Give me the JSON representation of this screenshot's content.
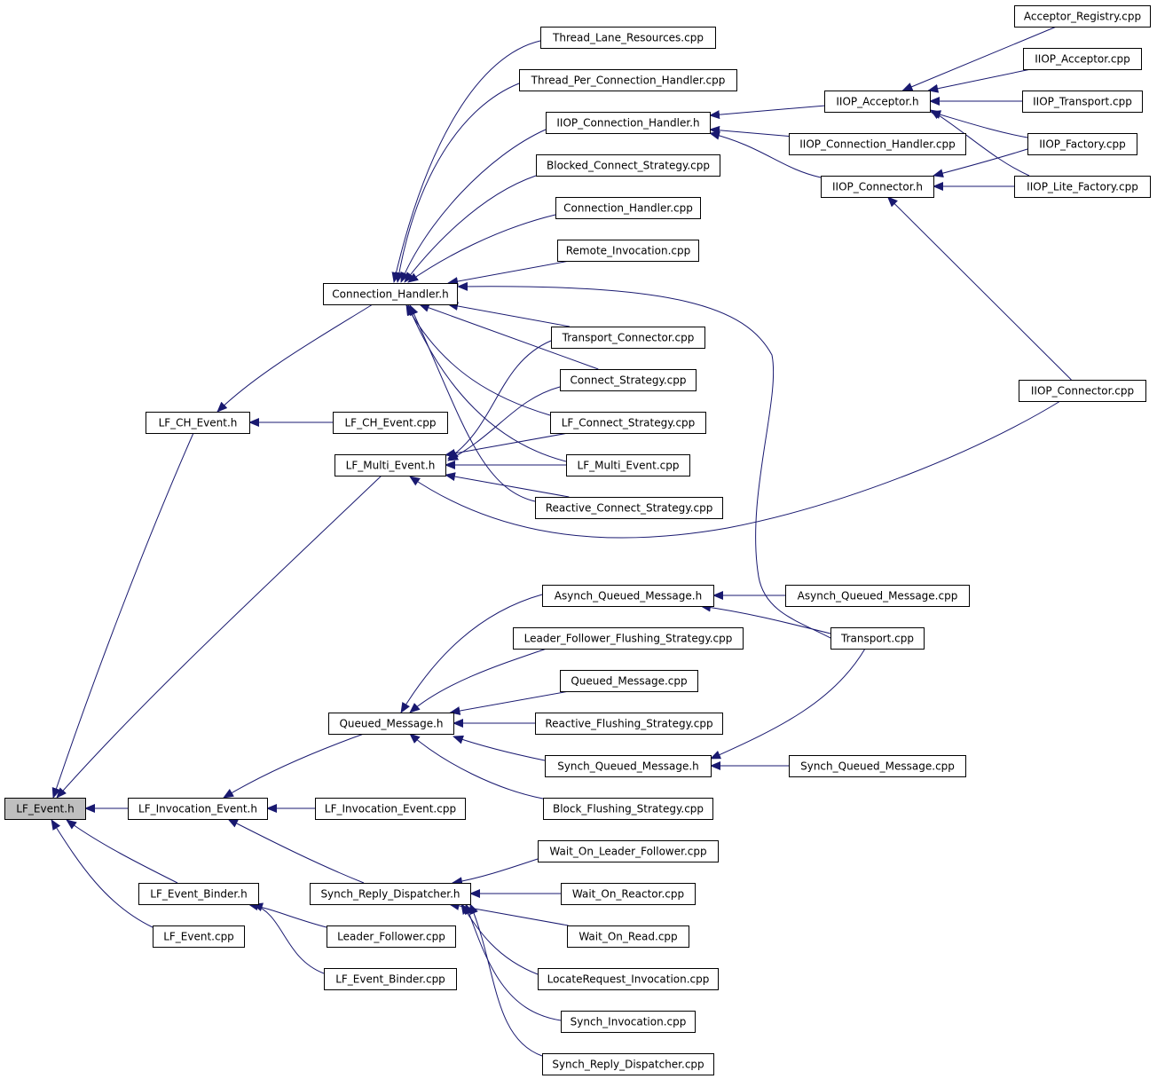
{
  "colors": {
    "edge": "#191970",
    "node_border": "#000000",
    "node_fill": "#ffffff",
    "root_fill": "#bfbfbf"
  },
  "nodes": [
    {
      "id": "lf_event_h",
      "label": "LF_Event.h",
      "root": true
    },
    {
      "id": "lf_ch_event_h",
      "label": "LF_CH_Event.h"
    },
    {
      "id": "lf_multi_event_h",
      "label": "LF_Multi_Event.h"
    },
    {
      "id": "lf_invocation_event_h",
      "label": "LF_Invocation_Event.h"
    },
    {
      "id": "lf_event_binder_h",
      "label": "LF_Event_Binder.h"
    },
    {
      "id": "lf_event_cpp",
      "label": "LF_Event.cpp"
    },
    {
      "id": "connection_handler_h",
      "label": "Connection_Handler.h"
    },
    {
      "id": "lf_ch_event_cpp",
      "label": "LF_CH_Event.cpp"
    },
    {
      "id": "queued_message_h",
      "label": "Queued_Message.h"
    },
    {
      "id": "lf_invocation_event_cpp",
      "label": "LF_Invocation_Event.cpp"
    },
    {
      "id": "synch_reply_dispatcher_h",
      "label": "Synch_Reply_Dispatcher.h"
    },
    {
      "id": "leader_follower_cpp",
      "label": "Leader_Follower.cpp"
    },
    {
      "id": "lf_event_binder_cpp",
      "label": "LF_Event_Binder.cpp"
    },
    {
      "id": "thread_lane_resources_cpp",
      "label": "Thread_Lane_Resources.cpp"
    },
    {
      "id": "thread_per_connection_handler_cpp",
      "label": "Thread_Per_Connection_Handler.cpp"
    },
    {
      "id": "iiop_connection_handler_h",
      "label": "IIOP_Connection_Handler.h"
    },
    {
      "id": "blocked_connect_strategy_cpp",
      "label": "Blocked_Connect_Strategy.cpp"
    },
    {
      "id": "connection_handler_cpp",
      "label": "Connection_Handler.cpp"
    },
    {
      "id": "remote_invocation_cpp",
      "label": "Remote_Invocation.cpp"
    },
    {
      "id": "transport_connector_cpp",
      "label": "Transport_Connector.cpp"
    },
    {
      "id": "connect_strategy_cpp",
      "label": "Connect_Strategy.cpp"
    },
    {
      "id": "lf_connect_strategy_cpp",
      "label": "LF_Connect_Strategy.cpp"
    },
    {
      "id": "lf_multi_event_cpp",
      "label": "LF_Multi_Event.cpp"
    },
    {
      "id": "reactive_connect_strategy_cpp",
      "label": "Reactive_Connect_Strategy.cpp"
    },
    {
      "id": "asynch_queued_message_h",
      "label": "Asynch_Queued_Message.h"
    },
    {
      "id": "leader_follower_flushing_strategy_cpp",
      "label": "Leader_Follower_Flushing_Strategy.cpp"
    },
    {
      "id": "queued_message_cpp",
      "label": "Queued_Message.cpp"
    },
    {
      "id": "reactive_flushing_strategy_cpp",
      "label": "Reactive_Flushing_Strategy.cpp"
    },
    {
      "id": "synch_queued_message_h",
      "label": "Synch_Queued_Message.h"
    },
    {
      "id": "block_flushing_strategy_cpp",
      "label": "Block_Flushing_Strategy.cpp"
    },
    {
      "id": "wait_on_leader_follower_cpp",
      "label": "Wait_On_Leader_Follower.cpp"
    },
    {
      "id": "wait_on_reactor_cpp",
      "label": "Wait_On_Reactor.cpp"
    },
    {
      "id": "wait_on_read_cpp",
      "label": "Wait_On_Read.cpp"
    },
    {
      "id": "locaterequest_invocation_cpp",
      "label": "LocateRequest_Invocation.cpp"
    },
    {
      "id": "synch_invocation_cpp",
      "label": "Synch_Invocation.cpp"
    },
    {
      "id": "synch_reply_dispatcher_cpp",
      "label": "Synch_Reply_Dispatcher.cpp"
    },
    {
      "id": "iiop_acceptor_h",
      "label": "IIOP_Acceptor.h"
    },
    {
      "id": "iiop_connection_handler_cpp",
      "label": "IIOP_Connection_Handler.cpp"
    },
    {
      "id": "iiop_connector_h",
      "label": "IIOP_Connector.h"
    },
    {
      "id": "iiop_connector_cpp",
      "label": "IIOP_Connector.cpp"
    },
    {
      "id": "asynch_queued_message_cpp",
      "label": "Asynch_Queued_Message.cpp"
    },
    {
      "id": "transport_cpp",
      "label": "Transport.cpp"
    },
    {
      "id": "synch_queued_message_cpp",
      "label": "Synch_Queued_Message.cpp"
    },
    {
      "id": "acceptor_registry_cpp",
      "label": "Acceptor_Registry.cpp"
    },
    {
      "id": "iiop_acceptor_cpp",
      "label": "IIOP_Acceptor.cpp"
    },
    {
      "id": "iiop_transport_cpp",
      "label": "IIOP_Transport.cpp"
    },
    {
      "id": "iiop_factory_cpp",
      "label": "IIOP_Factory.cpp"
    },
    {
      "id": "iiop_lite_factory_cpp",
      "label": "IIOP_Lite_Factory.cpp"
    }
  ],
  "edges": [
    {
      "from": "lf_ch_event_h",
      "to": "lf_event_h"
    },
    {
      "from": "lf_multi_event_h",
      "to": "lf_event_h"
    },
    {
      "from": "lf_invocation_event_h",
      "to": "lf_event_h"
    },
    {
      "from": "lf_event_binder_h",
      "to": "lf_event_h"
    },
    {
      "from": "lf_event_cpp",
      "to": "lf_event_h"
    },
    {
      "from": "connection_handler_h",
      "to": "lf_ch_event_h"
    },
    {
      "from": "lf_ch_event_cpp",
      "to": "lf_ch_event_h"
    },
    {
      "from": "thread_lane_resources_cpp",
      "to": "connection_handler_h"
    },
    {
      "from": "thread_per_connection_handler_cpp",
      "to": "connection_handler_h"
    },
    {
      "from": "iiop_connection_handler_h",
      "to": "connection_handler_h"
    },
    {
      "from": "blocked_connect_strategy_cpp",
      "to": "connection_handler_h"
    },
    {
      "from": "connection_handler_cpp",
      "to": "connection_handler_h"
    },
    {
      "from": "remote_invocation_cpp",
      "to": "connection_handler_h"
    },
    {
      "from": "transport_cpp",
      "to": "connection_handler_h"
    },
    {
      "from": "transport_connector_cpp",
      "to": "connection_handler_h"
    },
    {
      "from": "connect_strategy_cpp",
      "to": "connection_handler_h"
    },
    {
      "from": "lf_connect_strategy_cpp",
      "to": "connection_handler_h"
    },
    {
      "from": "lf_multi_event_cpp",
      "to": "connection_handler_h"
    },
    {
      "from": "reactive_connect_strategy_cpp",
      "to": "connection_handler_h"
    },
    {
      "from": "transport_connector_cpp",
      "to": "lf_multi_event_h"
    },
    {
      "from": "connect_strategy_cpp",
      "to": "lf_multi_event_h"
    },
    {
      "from": "lf_connect_strategy_cpp",
      "to": "lf_multi_event_h"
    },
    {
      "from": "lf_multi_event_cpp",
      "to": "lf_multi_event_h"
    },
    {
      "from": "reactive_connect_strategy_cpp",
      "to": "lf_multi_event_h"
    },
    {
      "from": "iiop_connector_cpp",
      "to": "lf_multi_event_h"
    },
    {
      "from": "iiop_acceptor_h",
      "to": "iiop_connection_handler_h"
    },
    {
      "from": "iiop_connection_handler_cpp",
      "to": "iiop_connection_handler_h"
    },
    {
      "from": "iiop_connector_h",
      "to": "iiop_connection_handler_h"
    },
    {
      "from": "acceptor_registry_cpp",
      "to": "iiop_acceptor_h"
    },
    {
      "from": "iiop_acceptor_cpp",
      "to": "iiop_acceptor_h"
    },
    {
      "from": "iiop_transport_cpp",
      "to": "iiop_acceptor_h"
    },
    {
      "from": "iiop_factory_cpp",
      "to": "iiop_acceptor_h"
    },
    {
      "from": "iiop_lite_factory_cpp",
      "to": "iiop_acceptor_h"
    },
    {
      "from": "iiop_factory_cpp",
      "to": "iiop_connector_h"
    },
    {
      "from": "iiop_lite_factory_cpp",
      "to": "iiop_connector_h"
    },
    {
      "from": "iiop_connector_cpp",
      "to": "iiop_connector_h"
    },
    {
      "from": "queued_message_h",
      "to": "lf_invocation_event_h"
    },
    {
      "from": "lf_invocation_event_cpp",
      "to": "lf_invocation_event_h"
    },
    {
      "from": "synch_reply_dispatcher_h",
      "to": "lf_invocation_event_h"
    },
    {
      "from": "asynch_queued_message_h",
      "to": "queued_message_h"
    },
    {
      "from": "leader_follower_flushing_strategy_cpp",
      "to": "queued_message_h"
    },
    {
      "from": "queued_message_cpp",
      "to": "queued_message_h"
    },
    {
      "from": "reactive_flushing_strategy_cpp",
      "to": "queued_message_h"
    },
    {
      "from": "synch_queued_message_h",
      "to": "queued_message_h"
    },
    {
      "from": "block_flushing_strategy_cpp",
      "to": "queued_message_h"
    },
    {
      "from": "asynch_queued_message_cpp",
      "to": "asynch_queued_message_h"
    },
    {
      "from": "transport_cpp",
      "to": "asynch_queued_message_h"
    },
    {
      "from": "transport_cpp",
      "to": "synch_queued_message_h"
    },
    {
      "from": "synch_queued_message_cpp",
      "to": "synch_queued_message_h"
    },
    {
      "from": "wait_on_leader_follower_cpp",
      "to": "synch_reply_dispatcher_h"
    },
    {
      "from": "wait_on_reactor_cpp",
      "to": "synch_reply_dispatcher_h"
    },
    {
      "from": "wait_on_read_cpp",
      "to": "synch_reply_dispatcher_h"
    },
    {
      "from": "locaterequest_invocation_cpp",
      "to": "synch_reply_dispatcher_h"
    },
    {
      "from": "synch_invocation_cpp",
      "to": "synch_reply_dispatcher_h"
    },
    {
      "from": "synch_reply_dispatcher_cpp",
      "to": "synch_reply_dispatcher_h"
    },
    {
      "from": "leader_follower_cpp",
      "to": "lf_event_binder_h"
    },
    {
      "from": "lf_event_binder_cpp",
      "to": "lf_event_binder_h"
    }
  ]
}
